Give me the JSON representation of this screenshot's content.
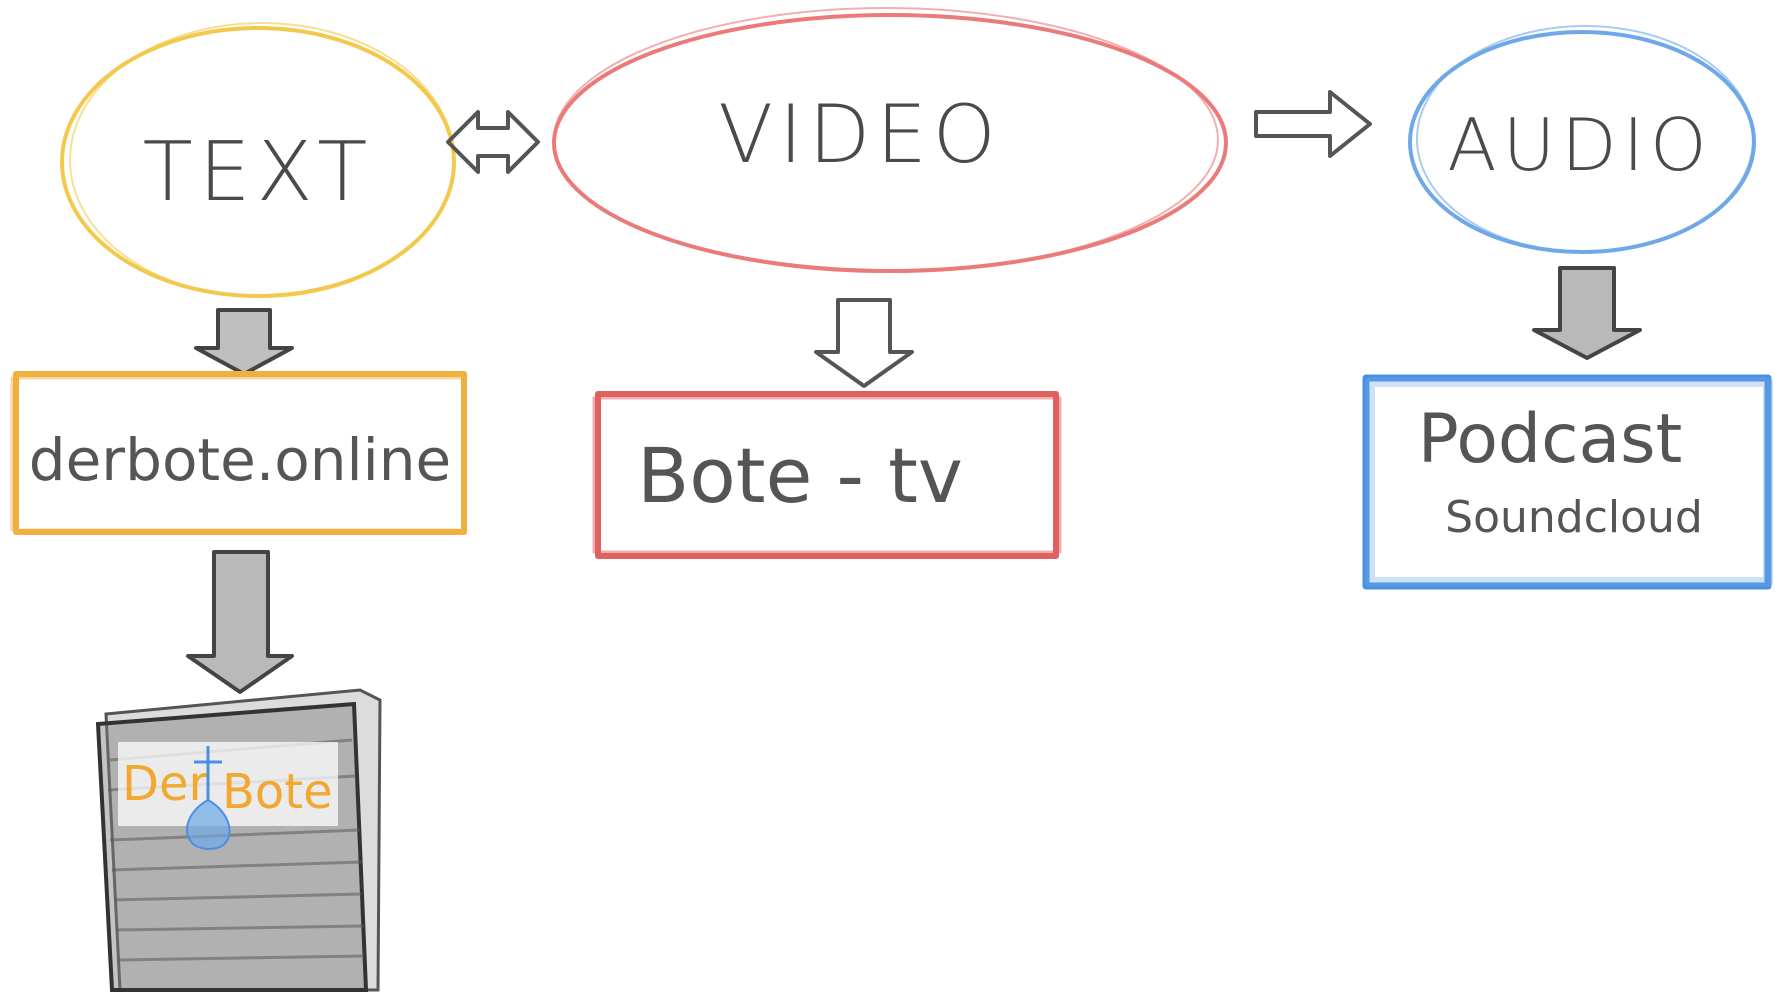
{
  "nodes": {
    "text": {
      "label": "TEXT",
      "color": "#f2c94c"
    },
    "video": {
      "label": "VIDEO",
      "color": "#eb7a7a"
    },
    "audio": {
      "label": "AUDIO",
      "color": "#6fa8e8"
    }
  },
  "outputs": {
    "text_site": {
      "label": "derbote.online",
      "color": "#f0b040"
    },
    "video_channel": {
      "label": "Bote - tv",
      "color": "#e06060"
    },
    "audio_podcast": {
      "label": "Podcast",
      "sublabel": "Soundcloud",
      "color": "#4a90e2"
    }
  },
  "magazine": {
    "title_part1": "Der",
    "title_part2": "Bote",
    "title_color": "#f0a830",
    "logo_color": "#4a90e2"
  },
  "arrow_color": "#555555"
}
